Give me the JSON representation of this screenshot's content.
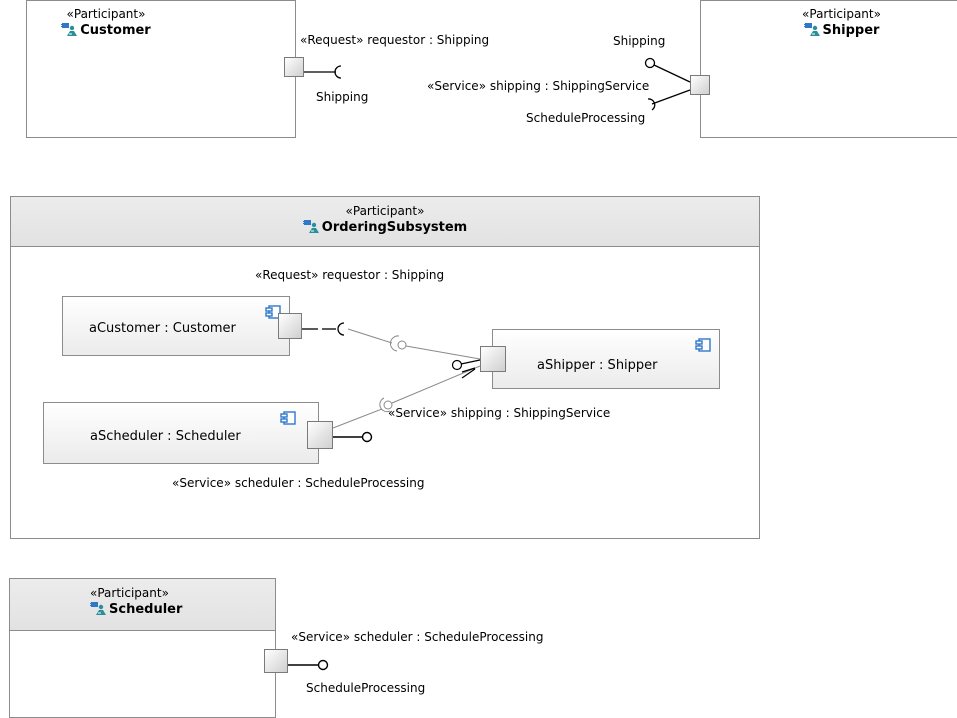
{
  "participants": {
    "customer": {
      "stereotype": "«Participant»",
      "name": "Customer"
    },
    "shipper": {
      "stereotype": "«Participant»",
      "name": "Shipper"
    },
    "ordering": {
      "stereotype": "«Participant»",
      "name": "OrderingSubsystem"
    },
    "scheduler": {
      "stereotype": "«Participant»",
      "name": "Scheduler"
    }
  },
  "customer_port": {
    "label": "«Request» requestor : Shipping",
    "interface": "Shipping"
  },
  "shipper_port": {
    "provided": "Shipping",
    "label": "«Service» shipping : ShippingService",
    "required": "ScheduleProcessing"
  },
  "ordering_parts": {
    "request_label": "«Request» requestor : Shipping",
    "a_customer": "aCustomer : Customer",
    "a_shipper": "aShipper : Shipper",
    "a_scheduler": "aScheduler : Scheduler",
    "service_shipping_label": "«Service» shipping : ShippingService",
    "service_scheduler_label": "«Service» scheduler : ScheduleProcessing"
  },
  "scheduler_port": {
    "label": "«Service» scheduler : ScheduleProcessing",
    "interface": "ScheduleProcessing"
  },
  "colors": {
    "border": "#8c8c8c",
    "icon_blue": "#2f78c8",
    "icon_teal": "#2a8f9a"
  }
}
